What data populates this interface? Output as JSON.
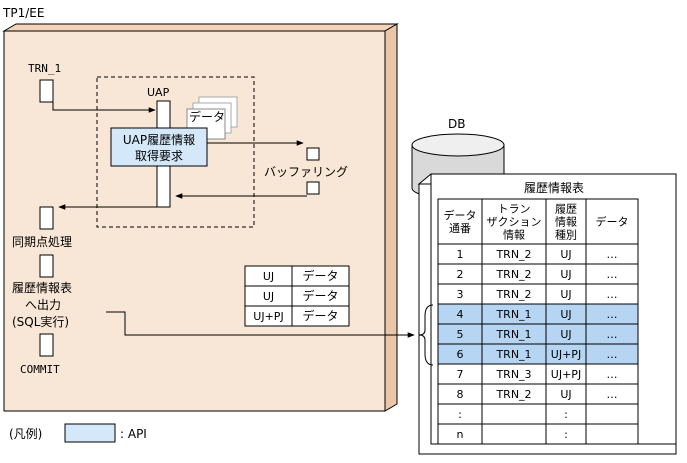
{
  "system_title": "TP1/EE",
  "transaction_label": "TRN_1",
  "uap_label": "UAP",
  "data_card_label": "データ",
  "api_box": {
    "line1": "UAP履歴情報",
    "line2": "取得要求"
  },
  "buffering_label": "バッファリング",
  "sync_point_label": "同期点処理",
  "output_label": {
    "line1": "履歴情報表",
    "line2": "へ出力",
    "line3": "(SQL実行)"
  },
  "commit_label": "COMMIT",
  "db_label": "DB",
  "buffer_table": {
    "rows": [
      {
        "type": "UJ",
        "data": "データ"
      },
      {
        "type": "UJ",
        "data": "データ"
      },
      {
        "type": "UJ+PJ",
        "data": "データ"
      }
    ]
  },
  "history_table": {
    "title": "履歴情報表",
    "headers": {
      "seq": [
        "データ",
        "通番"
      ],
      "txn": [
        "トラン",
        "ザクション",
        "情報"
      ],
      "kind": [
        "履歴",
        "情報",
        "種別"
      ],
      "data": [
        "データ"
      ]
    },
    "rows": [
      {
        "seq": "1",
        "txn": "TRN_2",
        "kind": "UJ",
        "data": "…",
        "highlight": false
      },
      {
        "seq": "2",
        "txn": "TRN_2",
        "kind": "UJ",
        "data": "…",
        "highlight": false
      },
      {
        "seq": "3",
        "txn": "TRN_2",
        "kind": "UJ",
        "data": "…",
        "highlight": false
      },
      {
        "seq": "4",
        "txn": "TRN_1",
        "kind": "UJ",
        "data": "…",
        "highlight": true
      },
      {
        "seq": "5",
        "txn": "TRN_1",
        "kind": "UJ",
        "data": "…",
        "highlight": true
      },
      {
        "seq": "6",
        "txn": "TRN_1",
        "kind": "UJ+PJ",
        "data": "…",
        "highlight": true
      },
      {
        "seq": "7",
        "txn": "TRN_3",
        "kind": "UJ+PJ",
        "data": "…",
        "highlight": false
      },
      {
        "seq": "8",
        "txn": "TRN_2",
        "kind": "UJ",
        "data": "…",
        "highlight": false
      },
      {
        "seq": ":",
        "txn": "",
        "kind": ":",
        "data": "",
        "highlight": false
      },
      {
        "seq": "n",
        "txn": "",
        "kind": ":",
        "data": "",
        "highlight": false
      }
    ]
  },
  "legend": {
    "prefix": "(凡例)",
    "suffix": ": API"
  },
  "colors": {
    "panel": "#f8e6d6",
    "api": "#d4e8fa",
    "highlight": "#b5d5f2",
    "db": "#d9d9d9",
    "line": "#000000"
  }
}
